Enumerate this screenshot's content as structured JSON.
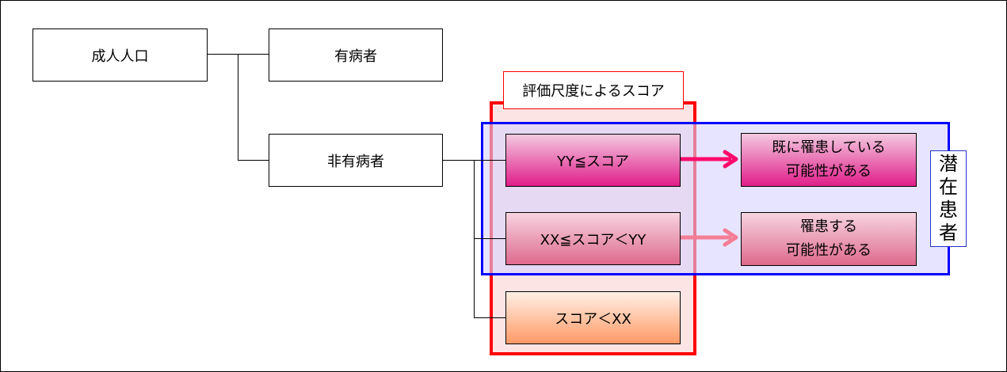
{
  "tree": {
    "adult_population": "成人人口",
    "patients": "有病者",
    "non_patients": "非有病者"
  },
  "score_group": {
    "title": "評価尺度によるスコア",
    "high": "YY≦スコア",
    "middle": "XX≦スコア＜YY",
    "low": "スコア＜XX"
  },
  "outcomes": {
    "already_affected_line1": "既に罹患している",
    "already_affected_line2": "可能性がある",
    "may_be_affected_line1": "罹患する",
    "may_be_affected_line2": "可能性がある"
  },
  "latent": {
    "label_chars": [
      "潜",
      "在",
      "患",
      "者"
    ]
  },
  "colors": {
    "score_region_border": "#ff0000",
    "latent_region_border": "#0000ff",
    "arrow_strong": "#ff0a6c",
    "arrow_light": "#f47e96"
  }
}
